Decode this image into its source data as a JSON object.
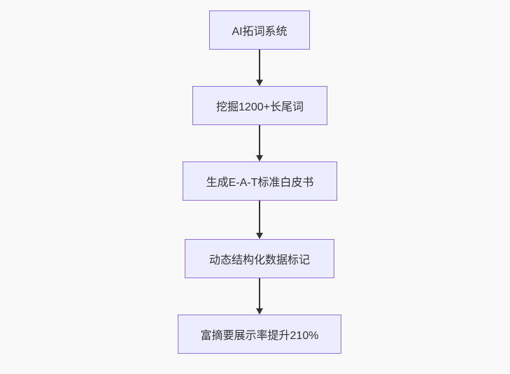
{
  "diagram": {
    "type": "flowchart",
    "direction": "top-down",
    "nodes": [
      {
        "id": "n1",
        "label": "AI拓词系统"
      },
      {
        "id": "n2",
        "label": "挖掘1200+长尾词"
      },
      {
        "id": "n3",
        "label": "生成E-A-T标准白皮书"
      },
      {
        "id": "n4",
        "label": "动态结构化数据标记"
      },
      {
        "id": "n5",
        "label": "富摘要展示率提升210%"
      }
    ],
    "edges": [
      {
        "from": "n1",
        "to": "n2"
      },
      {
        "from": "n2",
        "to": "n3"
      },
      {
        "from": "n3",
        "to": "n4"
      },
      {
        "from": "n4",
        "to": "n5"
      }
    ],
    "colors": {
      "node_fill": "#ececff",
      "node_border": "#9370db",
      "arrow": "#333333",
      "text": "#333333",
      "background": "#f9f9f9"
    }
  }
}
